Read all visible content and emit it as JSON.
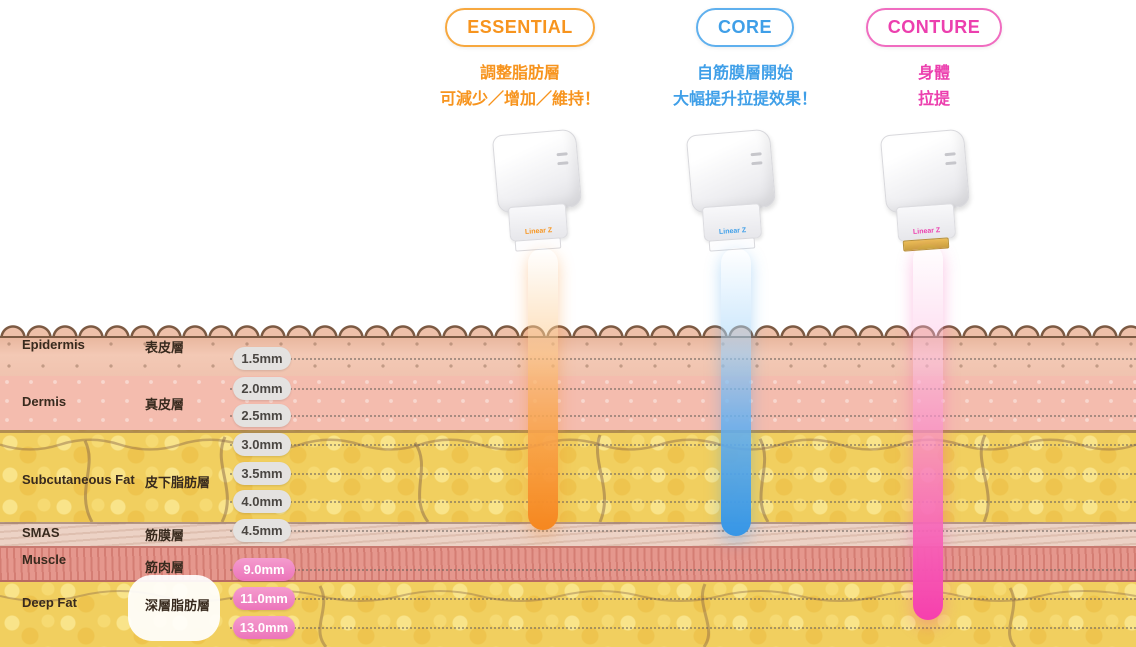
{
  "modes": [
    {
      "badge": "ESSENTIAL",
      "color": "#F7941E",
      "desc_line1": "調整脂肪層",
      "desc_line2": "可減少／增加／維持！",
      "device_label": "Linear Z"
    },
    {
      "badge": "CORE",
      "color": "#3F9FE8",
      "desc_line1": "自筋膜層開始",
      "desc_line2": "大幅提升拉提效果！",
      "device_label": "Linear Z"
    },
    {
      "badge": "CONTURE",
      "color": "#EC3FAE",
      "desc_line1": "身體",
      "desc_line2": "拉提",
      "device_label": "Linear Z"
    }
  ],
  "layers": [
    {
      "en": "Epidermis",
      "zh": "表皮層"
    },
    {
      "en": "Dermis",
      "zh": "真皮層"
    },
    {
      "en": "Subcutaneous Fat",
      "zh": "皮下脂肪層"
    },
    {
      "en": "SMAS",
      "zh": "筋膜層"
    },
    {
      "en": "Muscle",
      "zh": "筋肉層"
    },
    {
      "en": "Deep Fat",
      "zh": "深層脂肪層"
    }
  ],
  "depths": [
    {
      "label": "1.5mm",
      "variant": "gray"
    },
    {
      "label": "2.0mm",
      "variant": "gray"
    },
    {
      "label": "2.5mm",
      "variant": "gray"
    },
    {
      "label": "3.0mm",
      "variant": "gray"
    },
    {
      "label": "3.5mm",
      "variant": "gray"
    },
    {
      "label": "4.0mm",
      "variant": "gray"
    },
    {
      "label": "4.5mm",
      "variant": "gray"
    },
    {
      "label": "9.0mm",
      "variant": "pink"
    },
    {
      "label": "11.0mm",
      "variant": "pink"
    },
    {
      "label": "13.0mm",
      "variant": "pink"
    }
  ],
  "colors": {
    "essential": "#F7941E",
    "core": "#3F9FE8",
    "conture": "#EC3FAE",
    "pill_gray": "#E4E2E0",
    "pill_pink": "#EF87C5"
  }
}
